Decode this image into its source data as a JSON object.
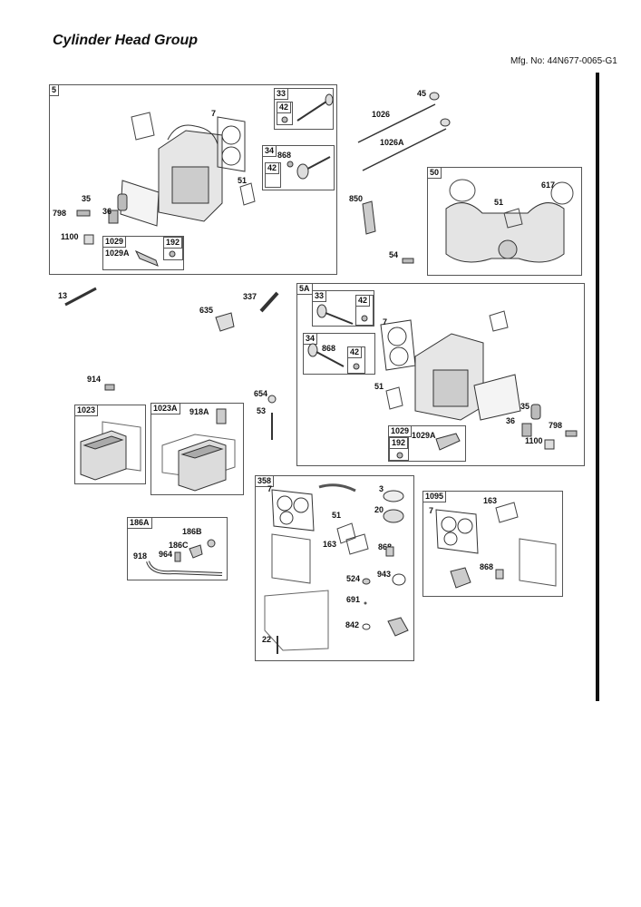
{
  "page": {
    "title": "Cylinder Head Group",
    "mfg": "Mfg. No: 44N677-0065-G1"
  },
  "boxes": {
    "b5": "5",
    "b5_sub33": "33",
    "b5_sub34": "34",
    "b5_sub1029": "1029",
    "b50": "50",
    "b5A": "5A",
    "b5A_sub33": "33",
    "b5A_sub34": "34",
    "b5A_sub1029": "1029",
    "b1023": "1023",
    "b1023A": "1023A",
    "b186A": "186A",
    "b358": "358",
    "b1095": "1095"
  },
  "labels": {
    "p7a": "7",
    "p42a": "42",
    "p868a": "868",
    "p42b": "42",
    "p51a": "51",
    "p35a": "35",
    "p798a": "798",
    "p36a": "36",
    "p1100a": "1100",
    "p1029Aa": "1029A",
    "p192a": "192",
    "p45": "45",
    "p1026": "1026",
    "p1026A": "1026A",
    "p850": "850",
    "p54": "54",
    "p51b": "51",
    "p617": "617",
    "p13": "13",
    "p635": "635",
    "p337": "337",
    "p42c": "42",
    "p868b": "868",
    "p42d": "42",
    "p7b": "7",
    "p51c": "51",
    "p35b": "35",
    "p36b": "36",
    "p798b": "798",
    "p1100b": "1100",
    "p1029Ab": "1029A",
    "p192b": "192",
    "p914": "914",
    "p654": "654",
    "p53": "53",
    "p918A": "918A",
    "p186B": "186B",
    "p186C": "186C",
    "p918": "918",
    "p964": "964",
    "p7c": "7",
    "p3": "3",
    "p20": "20",
    "p51d": "51",
    "p163a": "163",
    "p868c": "868",
    "p524": "524",
    "p943": "943",
    "p691": "691",
    "p842": "842",
    "p22": "22",
    "p163b": "163",
    "p7d": "7",
    "p868d": "868"
  },
  "colors": {
    "line": "#333333",
    "part": "#d8d8d8",
    "part_dark": "#888888"
  }
}
